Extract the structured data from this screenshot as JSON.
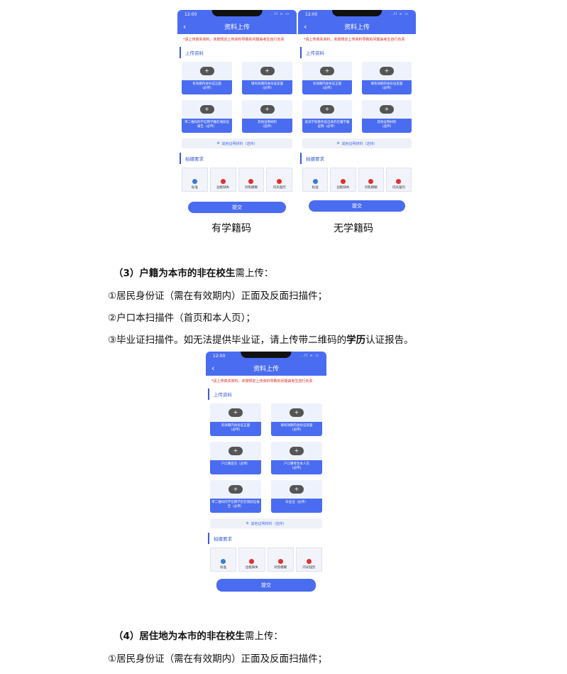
{
  "phone": {
    "time": "12:00",
    "signal": "..ll ≈ ▭",
    "back_icon": "chevron-left-icon",
    "title": "资料上传",
    "notice": "*请上传真实资料，未按规定上传资料导致的问题由考生自行负责",
    "upload_section": "上传资料",
    "add_icon": "plus-icon",
    "other_materials": "其他证明材料（选传）",
    "photo_section": "拍摄要求",
    "requirements": [
      "标准",
      "边框缺失",
      "对焦模糊",
      "闪光强烈"
    ],
    "submit": "提交"
  },
  "figure1": {
    "with_roll": {
      "label": "有学籍码",
      "cards": [
        "有效期内身份证正面\n(必传)",
        "填有效期内身份证反面\n(必传)",
        "带二维码的学信网学籍在线验证报告（必传）",
        "其他证明材料\n(选传)"
      ]
    },
    "without_roll": {
      "label": "无学籍码",
      "cards": [
        "有效期内身份证正面\n(必传)",
        "填有效期内身份证反面\n(必传)",
        "就读学校教务处出具的在籍学籍证明（必传）",
        "其他证明材料\n(选传)"
      ]
    }
  },
  "section3": {
    "prefix": "（3）",
    "bold": "户籍为本市的非在校生",
    "suffix": "需上传：",
    "items": [
      "①居民身份证（需在有效期内）正面及反面扫描件；",
      "②户口本扫描件（首页和本人页）；"
    ],
    "item3_a": "③毕业证扫描件。如无法提供毕业证，请上传带二维码的",
    "item3_bold": "学历",
    "item3_b": "认证报告。"
  },
  "figure2": {
    "cards": [
      "有效期内身份证正面\n(必传)",
      "填有效期内身份证反面\n(必传)",
      "户口簿首页（必传）",
      "户口簿考生本人页\n(必传)",
      "带二维码的学信网学历在线验证报告（必传）",
      "毕业证（必传）"
    ]
  },
  "section4": {
    "prefix": "（4）",
    "bold": "居住地为本市的非在校生",
    "suffix": "需上传：",
    "item1": "①居民身份证（需在有效期内）正面及反面扫描件；"
  },
  "colors": {
    "accent": "#4a6cf0",
    "notice": "#e02020"
  }
}
